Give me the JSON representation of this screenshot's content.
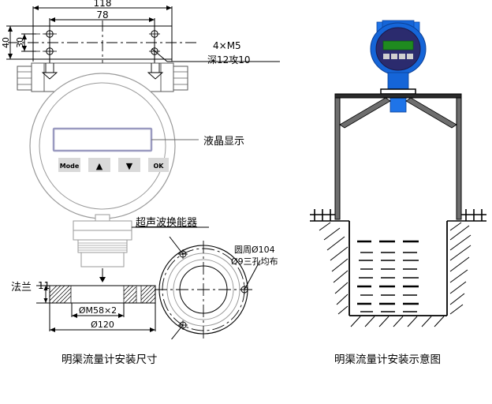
{
  "figure": {
    "left": {
      "caption": "明渠流量计安装尺寸",
      "dimensions": {
        "overall_width": "118",
        "hole_span_width": "78",
        "plate_height": "40",
        "hole_span_height": "30",
        "flange_thickness": "11",
        "flange_label": "法兰",
        "thread_spec": "ØM58×2",
        "flange_diameter": "Ø120",
        "bolt_note_line1": "4×M5",
        "bolt_note_line2": "深12攻10",
        "hole_circle_line1": "圆周Ø104",
        "hole_circle_line2": "Ø9三孔均布"
      },
      "callouts": {
        "lcd": "液晶显示",
        "transducer": "超声波换能器"
      },
      "keypad": {
        "mode": "Mode",
        "up": "▲",
        "down": "▼",
        "ok": "OK"
      }
    },
    "right": {
      "caption": "明渠流量计安装示意图"
    }
  },
  "colors": {
    "line": "#000000",
    "body_outline": "#8a8a8a",
    "lcd_border": "#9a9ac0",
    "key_fill": "#d9d9d9",
    "device_blue": "#1565d8",
    "device_blue_dark": "#2b2b6e",
    "device_screen_green": "#1f8a1f",
    "bracket_gray": "#6e6e6e",
    "water_line": "#000000"
  }
}
